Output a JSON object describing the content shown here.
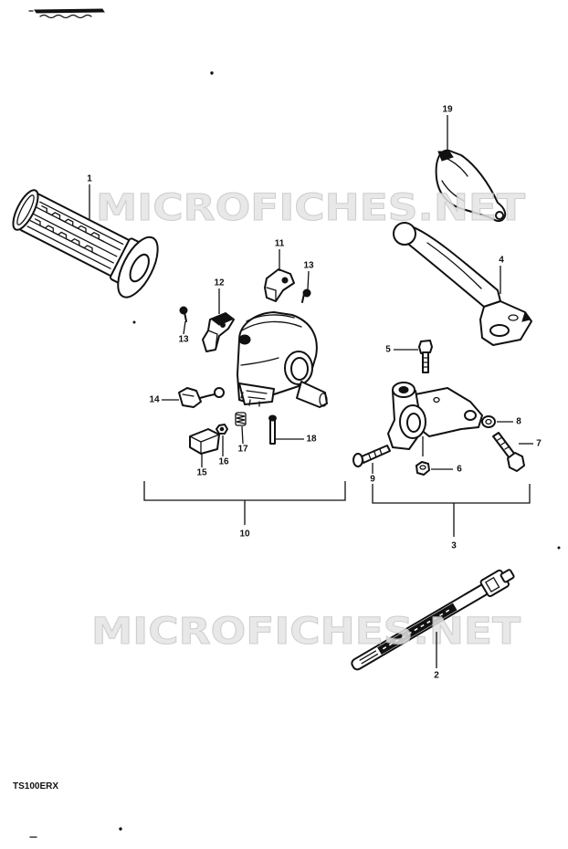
{
  "colors": {
    "ink": "#111111",
    "paper": "#ffffff",
    "watermark_fill": "#e4e4e4",
    "watermark_stroke": "#c6c6c6"
  },
  "diagram": {
    "watermark_top": "MICROFICHES.NET",
    "watermark_bottom": "MICROFICHES.NET",
    "model_code": "TS100ERX",
    "callouts": [
      "1",
      "19",
      "4",
      "11",
      "13",
      "12",
      "13",
      "14",
      "16",
      "15",
      "17",
      "18",
      "5",
      "8",
      "7",
      "9",
      "6",
      "10",
      "3",
      "2"
    ]
  }
}
